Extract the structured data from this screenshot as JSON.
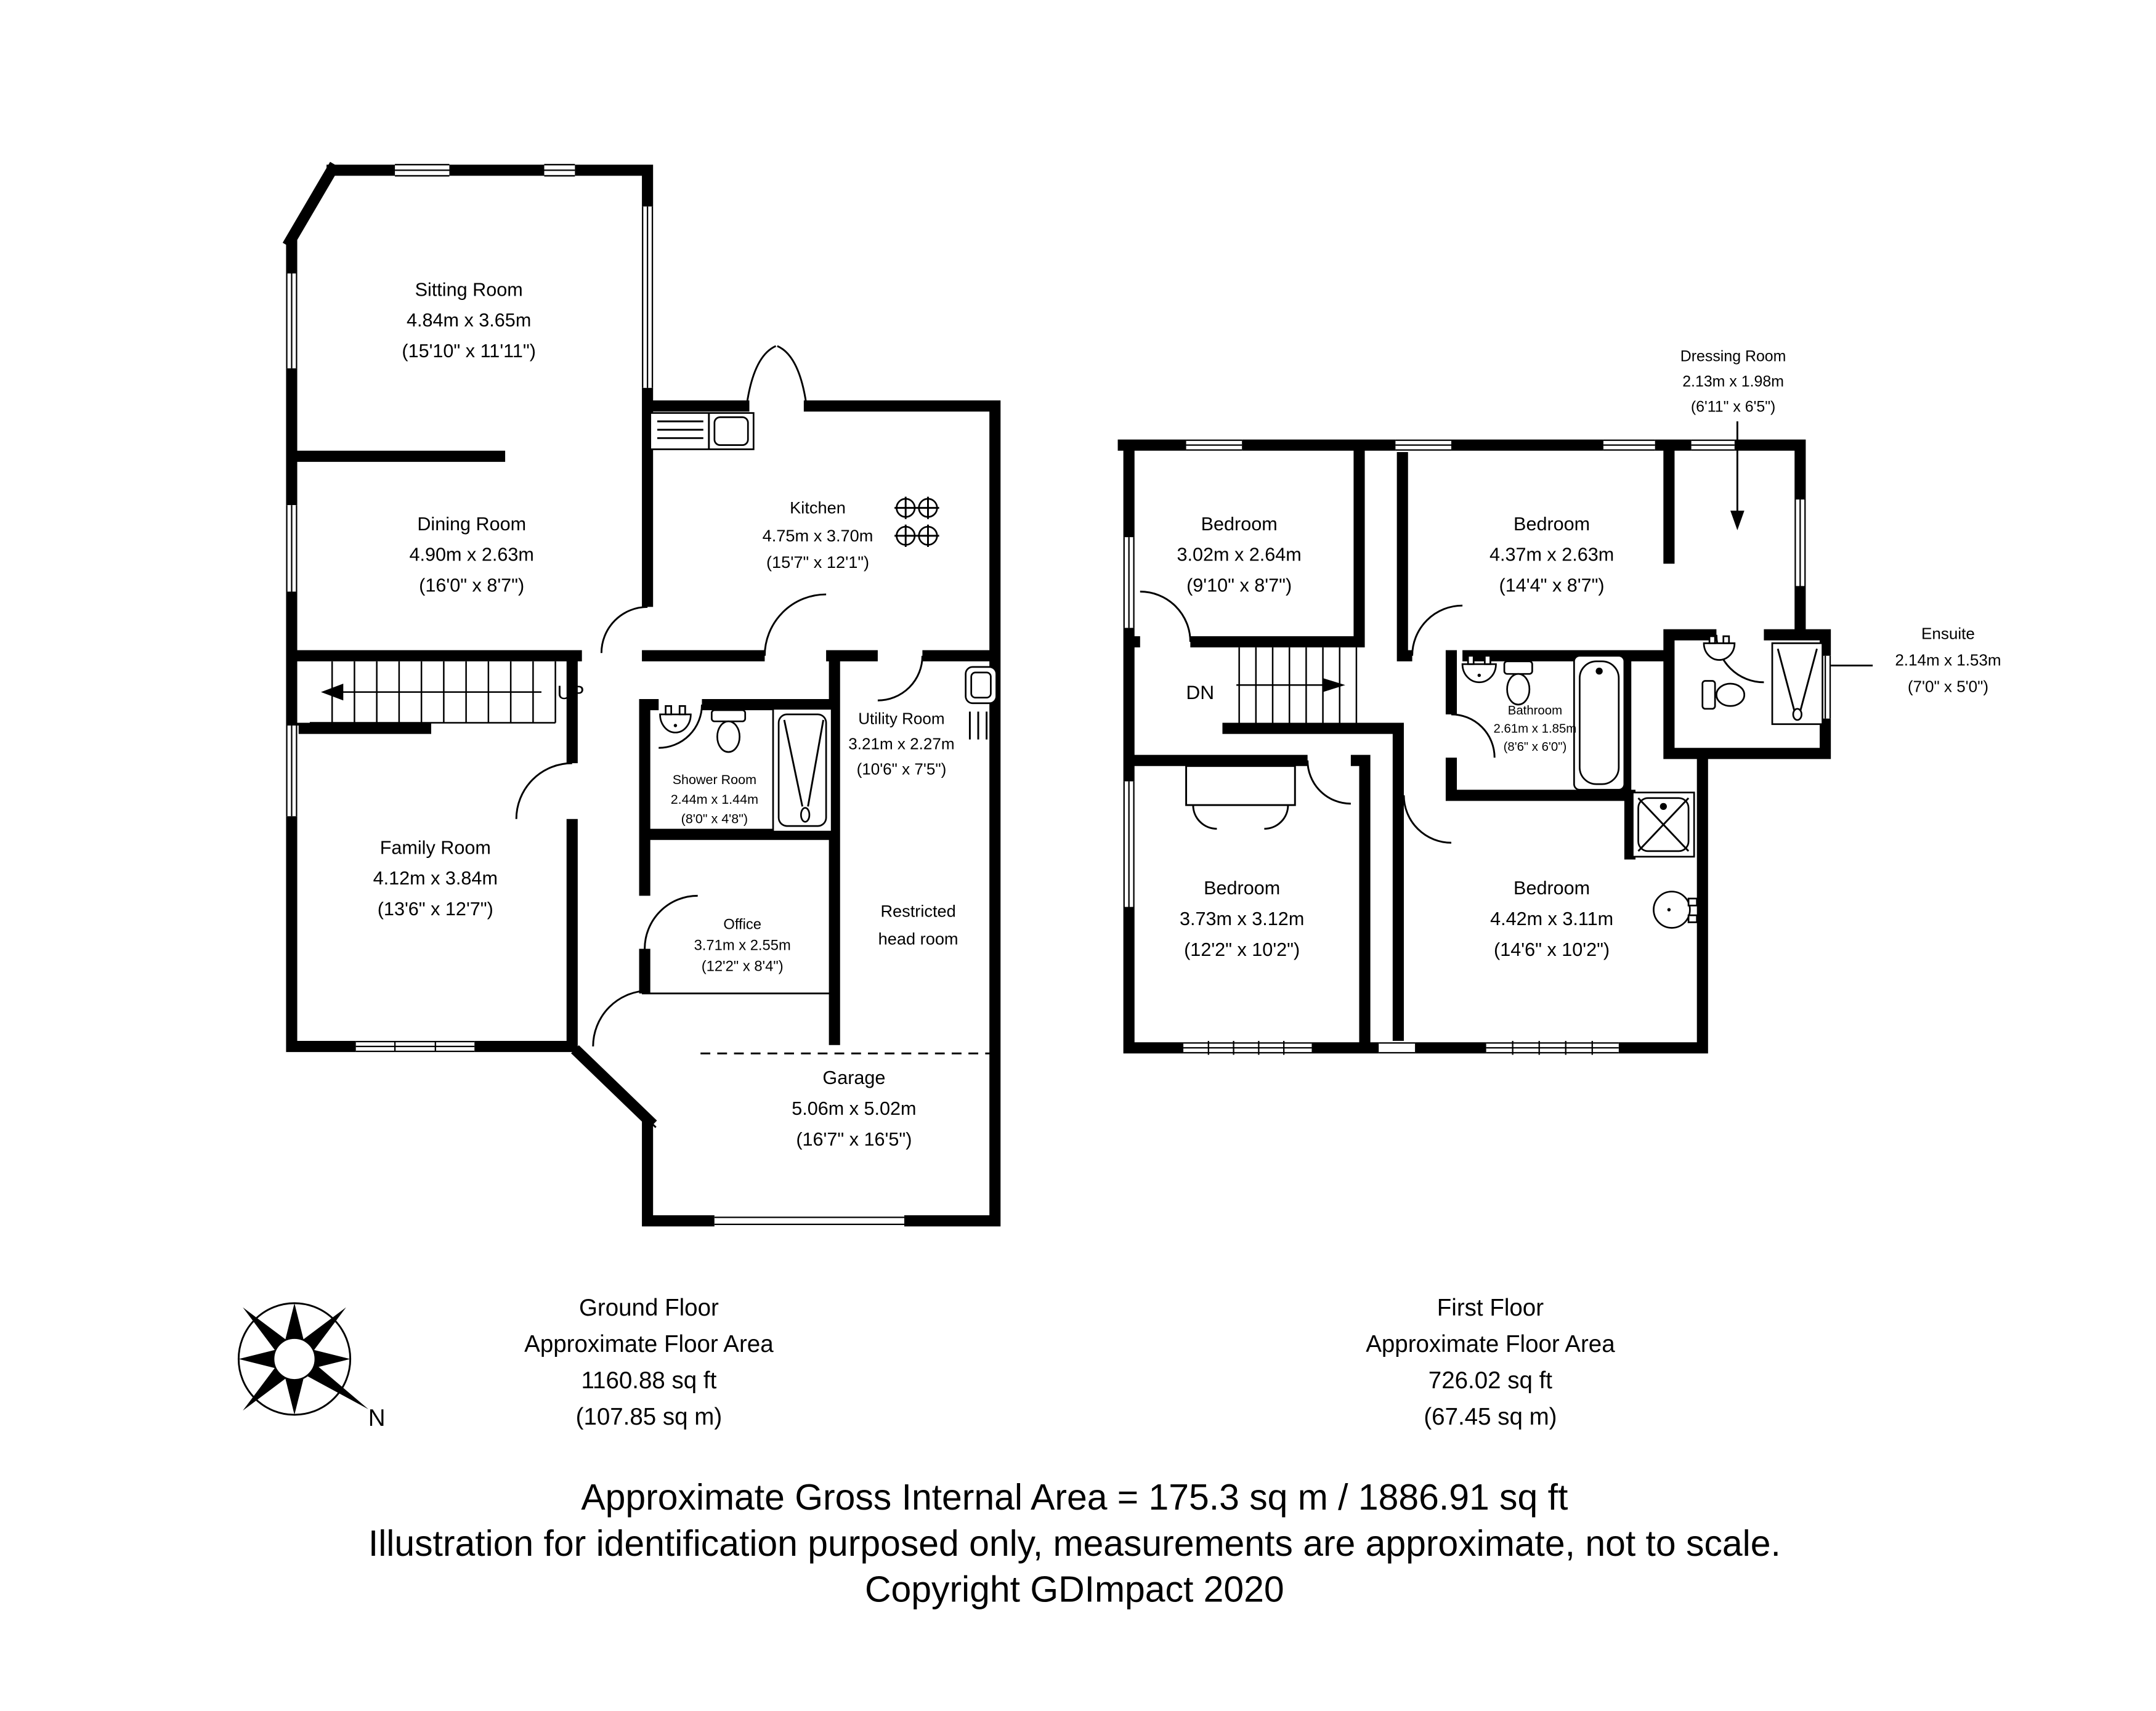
{
  "document": {
    "background": "#ffffff",
    "ink": "#000000"
  },
  "ground_floor": {
    "stairs_label": "UP",
    "rooms": {
      "sitting": {
        "name": "Sitting Room",
        "metric": "4.84m x 3.65m",
        "imperial": "(15'10\" x 11'11\")"
      },
      "dining": {
        "name": "Dining Room",
        "metric": "4.90m x 2.63m",
        "imperial": "(16'0\" x 8'7\")"
      },
      "kitchen": {
        "name": "Kitchen",
        "metric": "4.75m x 3.70m",
        "imperial": "(15'7\" x 12'1\")"
      },
      "family": {
        "name": "Family Room",
        "metric": "4.12m x 3.84m",
        "imperial": "(13'6\" x 12'7\")"
      },
      "shower": {
        "name": "Shower Room",
        "metric": "2.44m x 1.44m",
        "imperial": "(8'0\" x 4'8\")"
      },
      "utility": {
        "name": "Utility Room",
        "metric": "3.21m x 2.27m",
        "imperial": "(10'6\" x 7'5\")"
      },
      "office": {
        "name": "Office",
        "metric": "3.71m x 2.55m",
        "imperial": "(12'2\" x 8'4\")"
      },
      "restricted": {
        "line1": "Restricted",
        "line2": "head room"
      },
      "garage": {
        "name": "Garage",
        "metric": "5.06m x 5.02m",
        "imperial": "(16'7\" x 16'5\")"
      }
    },
    "summary": {
      "floor": "Ground Floor",
      "area_label": "Approximate Floor Area",
      "area_ft": "1160.88 sq ft",
      "area_m": "(107.85 sq m)"
    }
  },
  "first_floor": {
    "stairs_label": "DN",
    "rooms": {
      "bedroom_top_left": {
        "name": "Bedroom",
        "metric": "3.02m x 2.64m",
        "imperial": "(9'10\" x 8'7\")"
      },
      "bedroom_top_right": {
        "name": "Bedroom",
        "metric": "4.37m x 2.63m",
        "imperial": "(14'4\" x 8'7\")"
      },
      "dressing": {
        "name": "Dressing Room",
        "metric": "2.13m x 1.98m",
        "imperial": "(6'11\" x 6'5\")"
      },
      "ensuite": {
        "name": "Ensuite",
        "metric": "2.14m x 1.53m",
        "imperial": "(7'0\" x 5'0\")"
      },
      "bathroom": {
        "name": "Bathroom",
        "metric": "2.61m x 1.85m",
        "imperial": "(8'6\" x 6'0\")"
      },
      "bedroom_bottom_left": {
        "name": "Bedroom",
        "metric": "3.73m x 3.12m",
        "imperial": "(12'2\" x 10'2\")"
      },
      "bedroom_bottom_right": {
        "name": "Bedroom",
        "metric": "4.42m x 3.11m",
        "imperial": "(14'6\" x 10'2\")"
      }
    },
    "summary": {
      "floor": "First Floor",
      "area_label": "Approximate Floor Area",
      "area_ft": "726.02 sq ft",
      "area_m": "(67.45 sq m)"
    }
  },
  "compass": {
    "label": "N"
  },
  "footer": {
    "line1": "Approximate Gross Internal Area = 175.3 sq m / 1886.91 sq ft",
    "line2": "Illustration for identification purposed only, measurements are approximate, not to scale.",
    "line3": "Copyright GDImpact 2020"
  }
}
